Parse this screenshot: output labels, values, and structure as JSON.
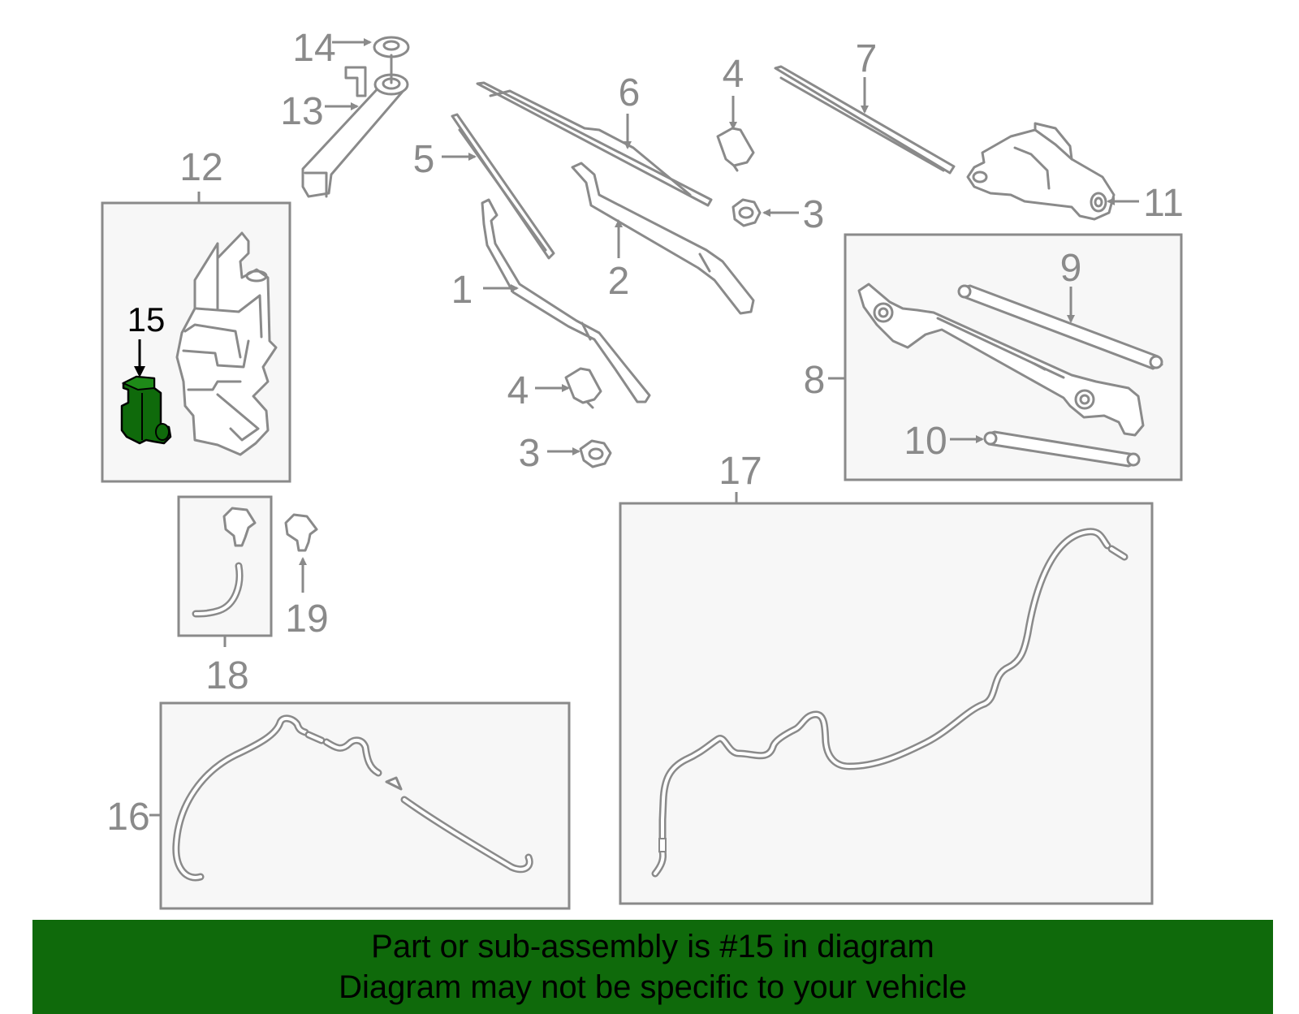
{
  "colors": {
    "outline": "#8a8a8a",
    "highlight_part": "#0f6a0b",
    "banner_background": "#0f6a0b",
    "box_fill": "#f7f7f7"
  },
  "callouts": {
    "c1": "1",
    "c2": "2",
    "c3a": "3",
    "c3b": "3",
    "c4a": "4",
    "c4b": "4",
    "c5": "5",
    "c6": "6",
    "c7": "7",
    "c8": "8",
    "c9": "9",
    "c10": "10",
    "c11": "11",
    "c12": "12",
    "c13": "13",
    "c14": "14",
    "c15": "15",
    "c16": "16",
    "c17": "17",
    "c18": "18",
    "c19": "19"
  },
  "highlighted_part": "15",
  "banner": {
    "line1": "Part or sub-assembly is #15 in diagram",
    "line2": "Diagram may not be specific to your vehicle"
  }
}
